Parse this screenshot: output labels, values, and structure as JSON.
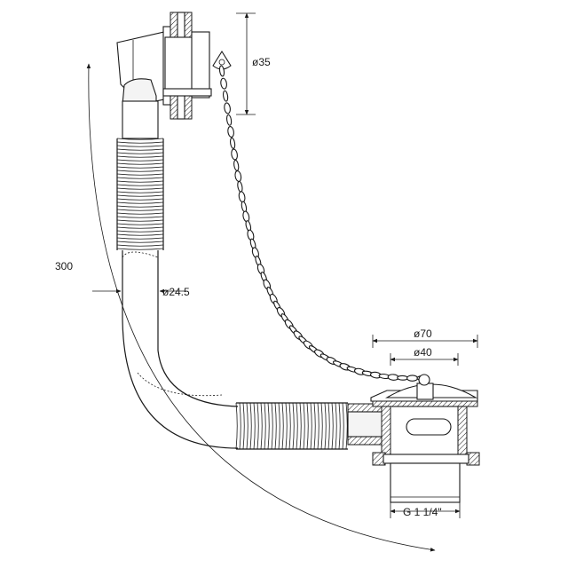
{
  "dimensions": {
    "overflow_diameter": "ø35",
    "hose_diameter": "ø24.5",
    "length": "300",
    "waste_outer_diameter": "ø70",
    "waste_inner_diameter": "ø40",
    "thread": "G 1 1/4\""
  },
  "colors": {
    "ink": "#1a1a1a",
    "fill": "#f4f4f4",
    "background": "#ffffff"
  }
}
